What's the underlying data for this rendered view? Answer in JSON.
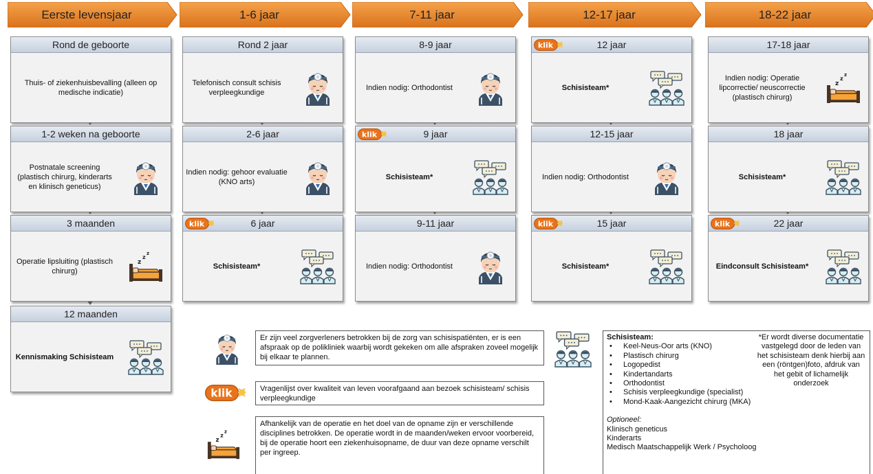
{
  "colors": {
    "header": "#f08a25",
    "header_dark": "#d9731c",
    "card": "#f2f2f2",
    "card_title": "#d3dae5",
    "klik": "#e8731c"
  },
  "headers": [
    "Eerste levensjaar",
    "1-6 jaar",
    "7-11 jaar",
    "12-17 jaar",
    "18-22 jaar"
  ],
  "klik_label": "klik",
  "columns": [
    {
      "cards": [
        {
          "title": "Rond de geboorte",
          "text": "Thuis- of ziekenhuisbevalling (alleen op medische indicatie)",
          "bold": false,
          "icon": "none",
          "klik": false
        },
        {
          "title": "1-2 weken na geboorte",
          "text": "Postnatale screening (plastisch chirurg, kinderarts en klinisch geneticus)",
          "bold": false,
          "icon": "doctor-icon",
          "klik": false
        },
        {
          "title": "3 maanden",
          "text": "Operatie lipsluiting (plastisch chirurg)",
          "bold": false,
          "icon": "bed-icon",
          "klik": false
        },
        {
          "title": "12 maanden",
          "text": "Kennismaking Schisisteam",
          "bold": true,
          "icon": "team-icon",
          "klik": false
        }
      ]
    },
    {
      "cards": [
        {
          "title": "Rond 2 jaar",
          "text": "Telefonisch consult schisis verpleegkundige",
          "bold": false,
          "icon": "doctor-icon",
          "klik": false
        },
        {
          "title": "2-6 jaar",
          "text": "Indien nodig: gehoor evaluatie (KNO arts)",
          "bold": false,
          "icon": "doctor-icon",
          "klik": false
        },
        {
          "title": "6 jaar",
          "text": "Schisisteam*",
          "bold": true,
          "icon": "team-icon",
          "klik": true
        }
      ]
    },
    {
      "cards": [
        {
          "title": "8-9 jaar",
          "text": "Indien nodig: Orthodontist",
          "bold": false,
          "icon": "doctor-icon",
          "klik": false
        },
        {
          "title": "9 jaar",
          "text": "Schisisteam*",
          "bold": true,
          "icon": "team-icon",
          "klik": true
        },
        {
          "title": "9-11 jaar",
          "text": "Indien nodig: Orthodontist",
          "bold": false,
          "icon": "doctor-icon",
          "klik": false
        }
      ]
    },
    {
      "cards": [
        {
          "title": "12 jaar",
          "text": "Schisisteam*",
          "bold": true,
          "icon": "team-icon",
          "klik": true
        },
        {
          "title": "12-15 jaar",
          "text": "Indien nodig: Orthodontist",
          "bold": false,
          "icon": "doctor-icon",
          "klik": false
        },
        {
          "title": "15 jaar",
          "text": "Schisisteam*",
          "bold": true,
          "icon": "team-icon",
          "klik": true
        }
      ]
    },
    {
      "cards": [
        {
          "title": "17-18 jaar",
          "text": "Indien nodig: Operatie lipcorrectie/ neuscorrectie (plastisch chirurg)",
          "bold": false,
          "icon": "bed-icon",
          "klik": false
        },
        {
          "title": "18 jaar",
          "text": "Schisisteam*",
          "bold": true,
          "icon": "team-icon",
          "klik": false
        },
        {
          "title": "22 jaar",
          "text": "Eindconsult Schisisteam*",
          "bold": true,
          "icon": "team-icon",
          "klik": true
        }
      ]
    }
  ],
  "legend": {
    "doctor": "Er zijn veel zorgverleners betrokken bij de zorg van schisispatiënten, er is een afspraak op de polikliniek waarbij wordt gekeken om alle afspraken zoveel mogelijk bij elkaar te plannen.",
    "klik": "Vragenlijst over kwaliteit van leven voorafgaand aan bezoek schisisteam/ schisis verpleegkundige",
    "bed": "Afhankelijk van de operatie en het doel van de opname zijn er verschillende disciplines betrokken. De operatie wordt in de maanden/weken ervoor voorbereid, bij de operatie hoort een ziekenhuisopname, de duur van deze opname verschilt per ingreep."
  },
  "team": {
    "heading": "Schisisteam:",
    "members": [
      "Keel-Neus-Oor arts (KNO)",
      "Plastisch chirurg",
      "Logopedist",
      "Kindertandarts",
      "Orthodontist",
      "Schisis verpleegkundige (specialist)",
      "Mond-Kaak-Aangezicht chirurg (MKA)"
    ],
    "optional_heading": "Optioneel:",
    "optional": [
      "Klinisch geneticus",
      "Kinderarts",
      "Medisch Maatschappelijk Werk / Psycholoog"
    ],
    "note": "*Er wordt diverse documentatie vastgelegd door de leden van het schisisteam denk hierbij aan een (röntgen)foto, afdruk van het gebit of lichamelijk onderzoek"
  }
}
